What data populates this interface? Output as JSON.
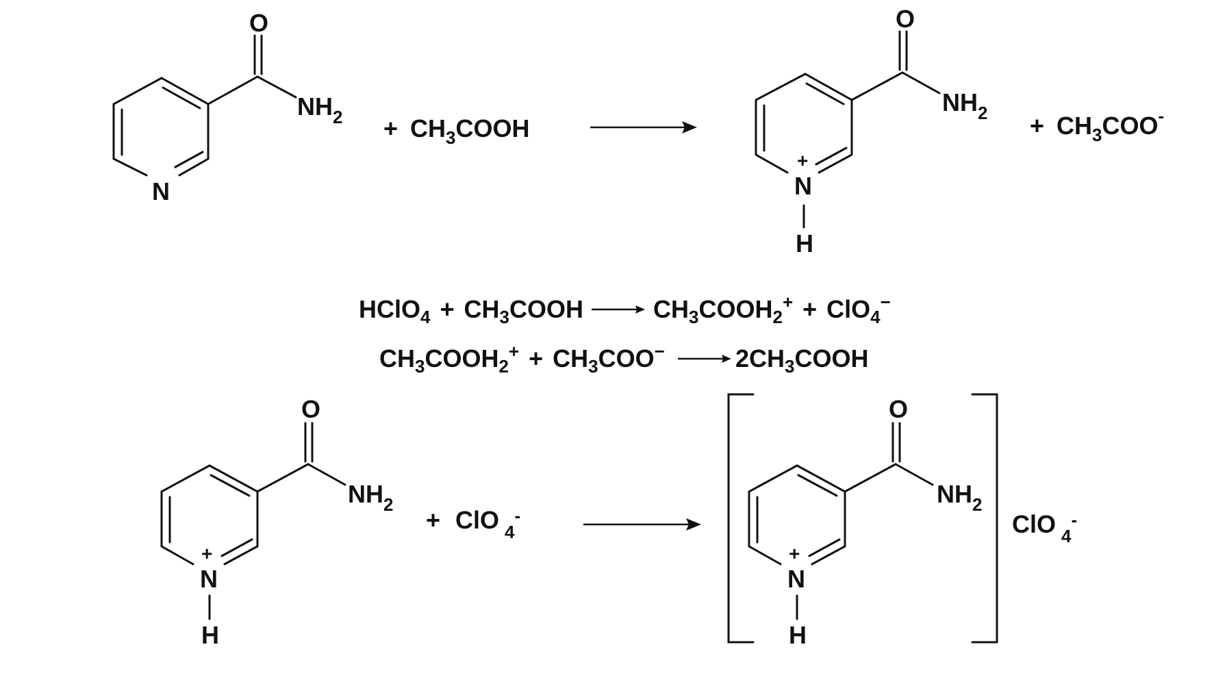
{
  "reaction1": {
    "reactant_plus": "+",
    "acetic_acid": {
      "main": "CH",
      "sub": "3",
      "rest": "COOH"
    },
    "product_plus": "+",
    "acetate": {
      "main": "CH",
      "sub": "3",
      "rest": "COO",
      "charge": "-"
    }
  },
  "equation1": {
    "left": "HClO",
    "left_sub": "4",
    "plus1": "+",
    "reagent": "CH",
    "reagent_sub": "3",
    "reagent_rest": "COOH",
    "product": "CH",
    "product_sub": "3",
    "product_rest": "COOH",
    "product_sub2": "2",
    "product_charge": "+",
    "plus2": "+",
    "anion": "ClO",
    "anion_sub": "4",
    "anion_charge": "−"
  },
  "equation2": {
    "left": "CH",
    "left_sub": "3",
    "left_rest": "COOH",
    "left_sub2": "2",
    "left_charge": "+",
    "plus": "+",
    "right": "CH",
    "right_sub": "3",
    "right_rest": "COO",
    "right_charge": "−",
    "product": "2CH",
    "product_sub": "3",
    "product_rest": "COOH"
  },
  "reaction2": {
    "plus": "+",
    "perchlorate": {
      "main": "ClO",
      "sub": "4",
      "charge": "-"
    },
    "salt_counterion": {
      "main": "ClO",
      "sub": "4",
      "charge": "-"
    }
  },
  "atoms": {
    "oxygen": "O",
    "nitrogen": "N",
    "hydrogen": "H",
    "amide_N": "NH",
    "amide_sub": "2",
    "plus_charge": "+"
  }
}
